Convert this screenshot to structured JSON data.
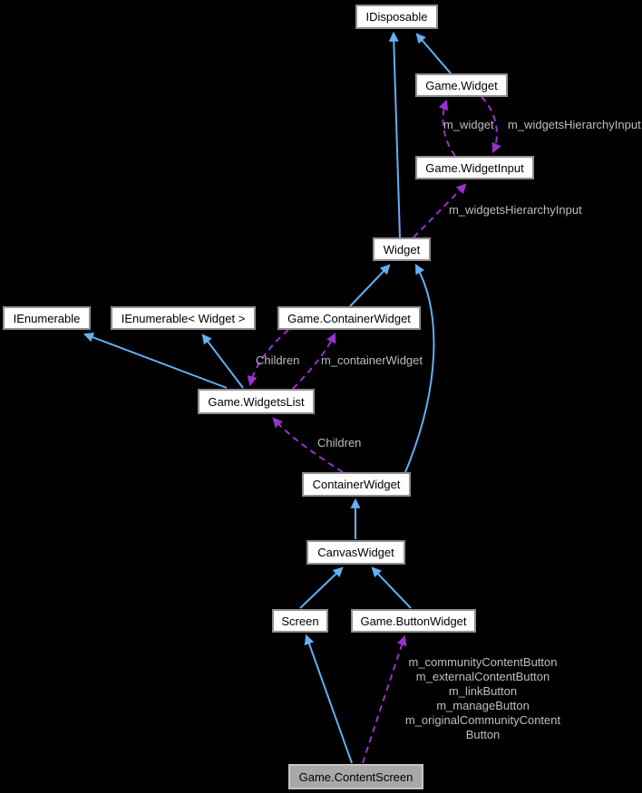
{
  "diagram": {
    "type": "class-collaboration-graph",
    "background_color": "#000000",
    "colors": {
      "inheritance_edge": "#63b0f5",
      "usage_edge": "#9932cc",
      "node_fill": "#ffffff",
      "node_border": "#909090",
      "node_text": "#000000",
      "focus_node_fill": "#a8a8a8",
      "focus_node_border": "#c6c6c6",
      "edge_label_text": "#bebebe"
    },
    "nodes": [
      {
        "id": "IDisposable",
        "label": "IDisposable"
      },
      {
        "id": "Game.Widget",
        "label": "Game.Widget"
      },
      {
        "id": "Game.WidgetInput",
        "label": "Game.WidgetInput"
      },
      {
        "id": "Widget",
        "label": "Widget"
      },
      {
        "id": "IEnumerable",
        "label": "IEnumerable"
      },
      {
        "id": "IEnumerable<Widget>",
        "label": "IEnumerable< Widget >"
      },
      {
        "id": "Game.ContainerWidget",
        "label": "Game.ContainerWidget"
      },
      {
        "id": "Game.WidgetsList",
        "label": "Game.WidgetsList"
      },
      {
        "id": "ContainerWidget",
        "label": "ContainerWidget"
      },
      {
        "id": "CanvasWidget",
        "label": "CanvasWidget"
      },
      {
        "id": "Screen",
        "label": "Screen"
      },
      {
        "id": "Game.ButtonWidget",
        "label": "Game.ButtonWidget"
      },
      {
        "id": "Game.ContentScreen",
        "label": "Game.ContentScreen",
        "focused": true
      }
    ],
    "edge_labels": {
      "m_widget": "m_widget",
      "m_widgets_hierarchy_input_top": "m_widgetsHierarchyInput",
      "m_widgets_hierarchy_input_mid": "m_widgetsHierarchyInput",
      "children_upper": "Children",
      "m_container_widget": "m_containerWidget",
      "children_lower": "Children",
      "content_screen_buttons": "m_communityContentButton\nm_externalContentButton\nm_linkButton\nm_manageButton\nm_originalCommunityContent\nButton"
    },
    "edges": [
      {
        "from": "Widget",
        "to": "IDisposable",
        "style": "solid-blue-inheritance"
      },
      {
        "from": "Game.Widget",
        "to": "IDisposable",
        "style": "solid-blue-inheritance"
      },
      {
        "from": "Game.WidgetInput",
        "to": "Game.Widget",
        "style": "dashed-purple-usage",
        "label": "m_widget"
      },
      {
        "from": "Game.Widget",
        "to": "Game.WidgetInput",
        "style": "dashed-purple-usage",
        "label": "m_widgetsHierarchyInput"
      },
      {
        "from": "Widget",
        "to": "Game.WidgetInput",
        "style": "dashed-purple-usage",
        "label": "m_widgetsHierarchyInput"
      },
      {
        "from": "Game.ContainerWidget",
        "to": "Widget",
        "style": "solid-blue-inheritance"
      },
      {
        "from": "ContainerWidget",
        "to": "Widget",
        "style": "solid-blue-inheritance"
      },
      {
        "from": "Game.WidgetsList",
        "to": "IEnumerable",
        "style": "solid-blue-inheritance"
      },
      {
        "from": "Game.WidgetsList",
        "to": "IEnumerable< Widget >",
        "style": "solid-blue-inheritance"
      },
      {
        "from": "Game.ContainerWidget",
        "to": "Game.WidgetsList",
        "style": "dashed-purple-usage",
        "label": "Children"
      },
      {
        "from": "Game.WidgetsList",
        "to": "Game.ContainerWidget",
        "style": "dashed-purple-usage",
        "label": "m_containerWidget"
      },
      {
        "from": "ContainerWidget",
        "to": "Game.WidgetsList",
        "style": "dashed-purple-usage",
        "label": "Children"
      },
      {
        "from": "CanvasWidget",
        "to": "ContainerWidget",
        "style": "solid-blue-inheritance"
      },
      {
        "from": "Screen",
        "to": "CanvasWidget",
        "style": "solid-blue-inheritance"
      },
      {
        "from": "Game.ButtonWidget",
        "to": "CanvasWidget",
        "style": "solid-blue-inheritance"
      },
      {
        "from": "Game.ContentScreen",
        "to": "Screen",
        "style": "solid-blue-inheritance"
      },
      {
        "from": "Game.ContentScreen",
        "to": "Game.ButtonWidget",
        "style": "dashed-purple-usage",
        "label": "m_communityContentButton m_externalContentButton m_linkButton m_manageButton m_originalCommunityContentButton"
      }
    ]
  }
}
